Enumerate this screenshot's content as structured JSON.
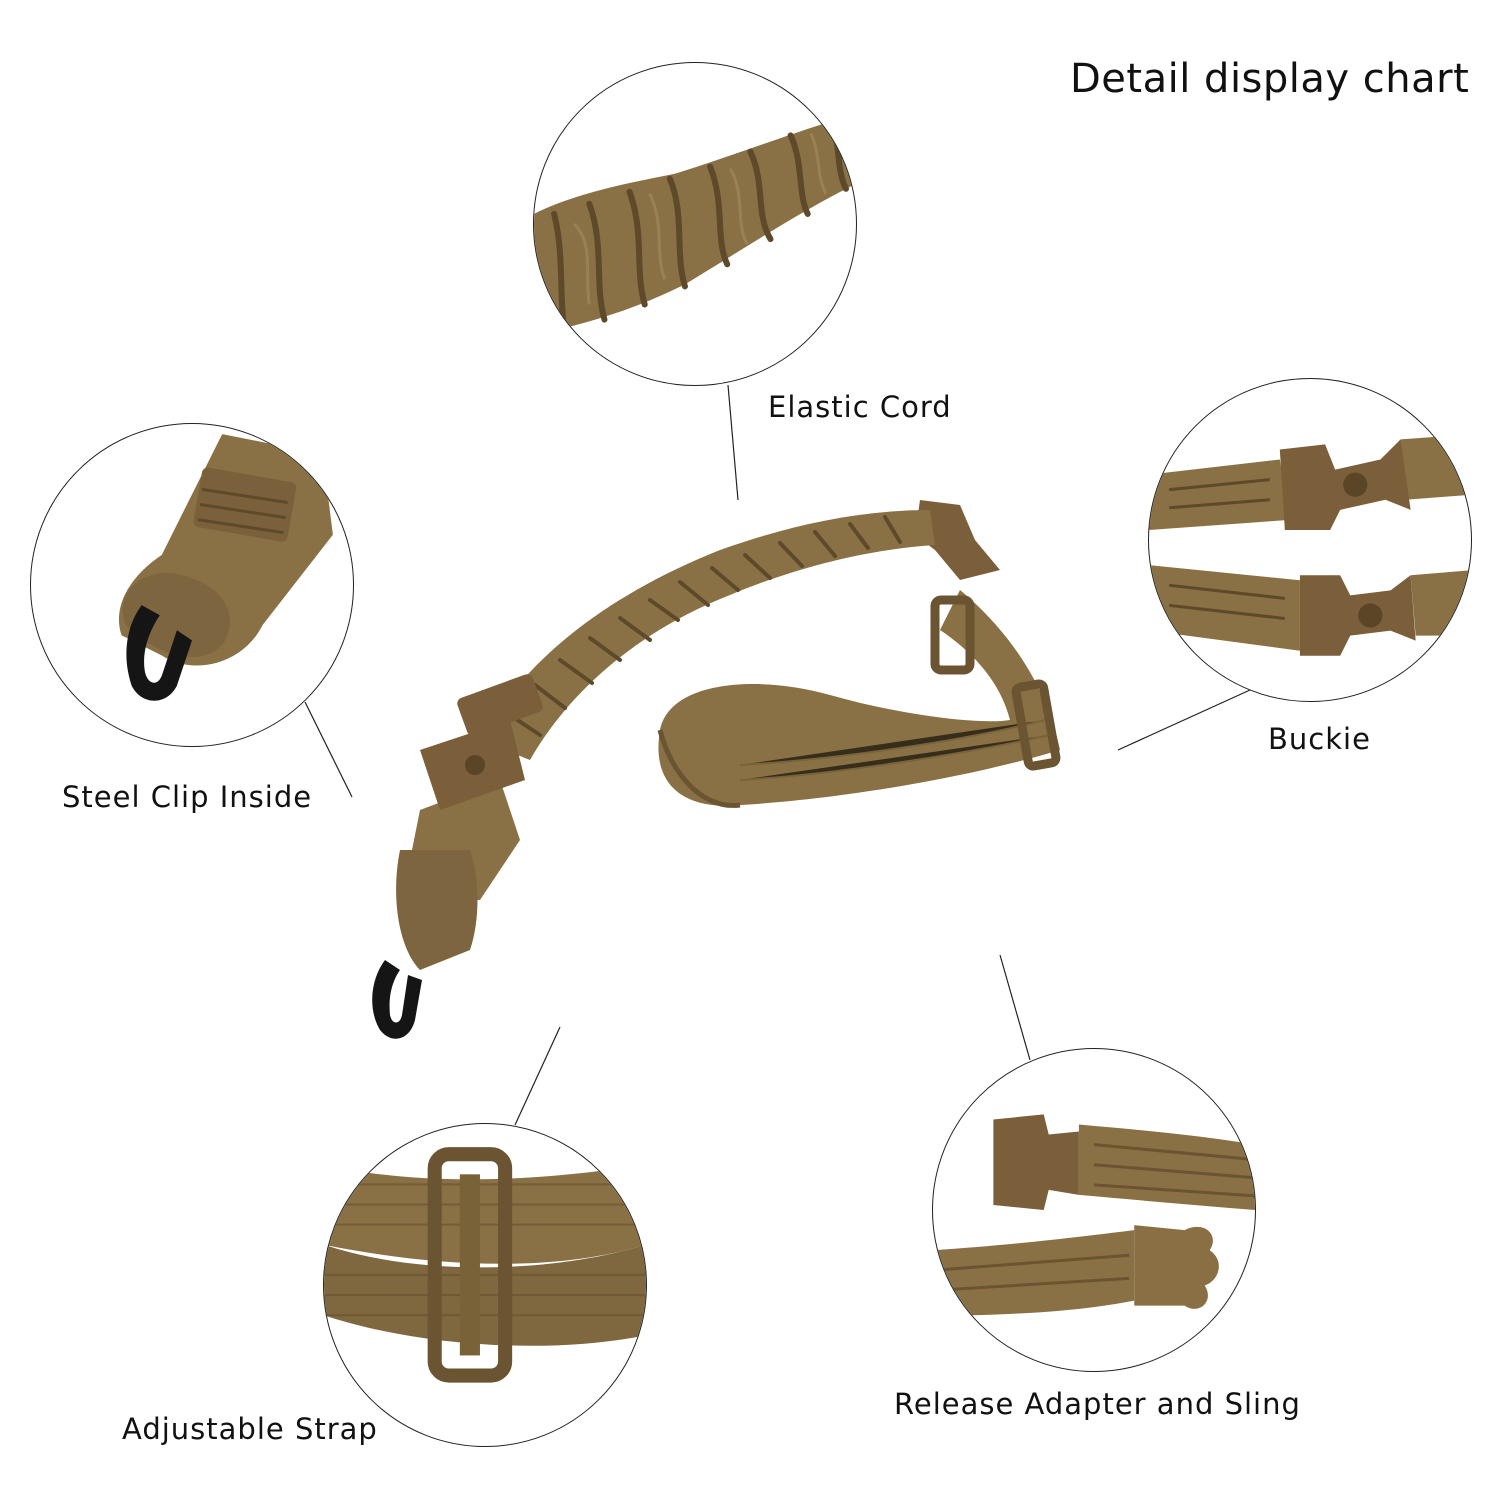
{
  "title": "Detail display chart",
  "labels": {
    "elastic_cord": "Elastic Cord",
    "steel_clip": "Steel Clip Inside",
    "buckle": "Buckie",
    "adjustable_strap": "Adjustable Strap",
    "release_adapter": "Release Adapter and Sling"
  },
  "colors": {
    "strap": "#8a7145",
    "strap_dark": "#6a5431",
    "buckle": "#7a5f3a",
    "clip": "#151515",
    "line": "#222222"
  }
}
